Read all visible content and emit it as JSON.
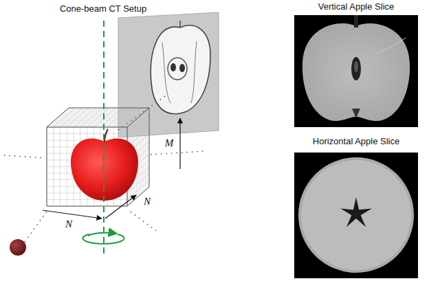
{
  "diagram": {
    "nodes": [
      {
        "text": [
          "Vertical Apple Slice"
        ]
      },
      {
        "text": [
          "Horizontal Apple Slice"
        ]
      }
    ],
    "labels": [
      "Cone-beam CT Setup",
      "M",
      "N",
      "N"
    ]
  }
}
